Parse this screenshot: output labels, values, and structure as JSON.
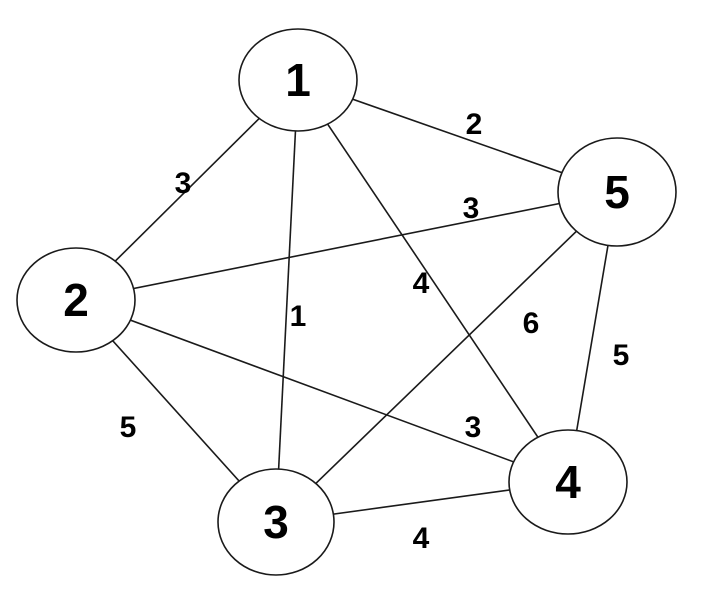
{
  "graph": {
    "colors": {
      "stroke": "#1a1a1a",
      "text": "#000000",
      "background": "#ffffff"
    },
    "nodes": [
      {
        "id": "1",
        "label": "1"
      },
      {
        "id": "2",
        "label": "2"
      },
      {
        "id": "3",
        "label": "3"
      },
      {
        "id": "4",
        "label": "4"
      },
      {
        "id": "5",
        "label": "5"
      }
    ],
    "edges": [
      {
        "from": "1",
        "to": "2",
        "weight": "3"
      },
      {
        "from": "1",
        "to": "3",
        "weight": "1"
      },
      {
        "from": "1",
        "to": "4",
        "weight": "4"
      },
      {
        "from": "1",
        "to": "5",
        "weight": "2"
      },
      {
        "from": "2",
        "to": "5",
        "weight": "3"
      },
      {
        "from": "2",
        "to": "4",
        "weight": "3"
      },
      {
        "from": "2",
        "to": "3",
        "weight": "5"
      },
      {
        "from": "3",
        "to": "5",
        "weight": "6"
      },
      {
        "from": "3",
        "to": "4",
        "weight": "4"
      },
      {
        "from": "4",
        "to": "5",
        "weight": "5"
      }
    ]
  }
}
